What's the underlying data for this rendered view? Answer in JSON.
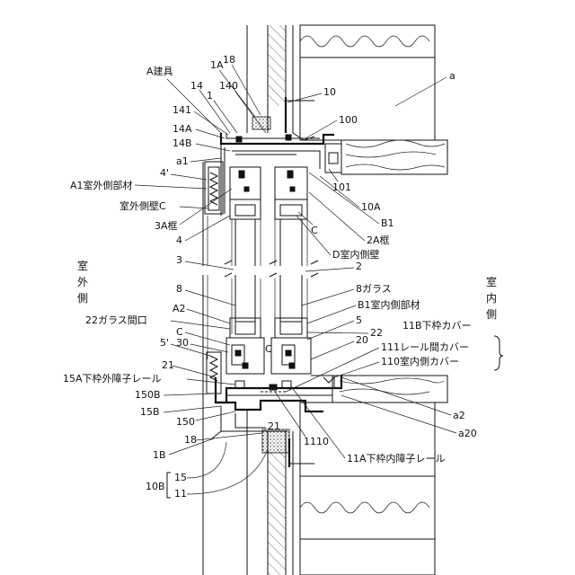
{
  "labels": {
    "a": "a",
    "a_kengu": "A建具",
    "l_1A": "1A",
    "l_18_top": "18",
    "l_14": "14",
    "l_1": "1",
    "l_140": "140",
    "l_10": "10",
    "l_141": "141",
    "l_14A": "14A",
    "l_100": "100",
    "l_14B": "14B",
    "l_a1": "a1",
    "l_4p_top": "4'",
    "l_101": "101",
    "l_A1": "A1室外側部材",
    "l_outer_wall_C": "室外側壁C",
    "l_10A": "10A",
    "l_3A": "3A框",
    "l_B1_top": "B1",
    "l_4": "4",
    "l_C_top": "C",
    "l_2A": "2A框",
    "l_D": "D室内側壁",
    "l_3": "3",
    "l_2": "2",
    "l_8_left": "8",
    "l_8glass": "8ガラス",
    "l_A2": "A2",
    "l_B1_inner": "B1室内側部材",
    "l_22open": "22ガラス間口",
    "l_5": "5",
    "l_22": "22",
    "l_11B": "11B下枠カバー",
    "l_C_mid": "C",
    "l_5p": "5'",
    "l_30": "30",
    "l_C_mid2": "C",
    "l_20": "20",
    "l_111": "111レール間カバー",
    "l_110": "110室内側カバー",
    "l_21_left": "21",
    "l_15A": "15A下枠外障子レール",
    "l_150B": "150B",
    "l_15B": "15B",
    "l_150": "150",
    "l_21_bottom": "21",
    "l_a2": "a2",
    "l_a20": "a20",
    "l_18_bot": "18",
    "l_1110": "1110",
    "l_1B": "1B",
    "l_11A": "11A下枠内障子レール",
    "l_10B": "10B",
    "l_15": "15",
    "l_11": "11",
    "outdoor": [
      "室",
      "外",
      "側"
    ],
    "indoor": [
      "室",
      "内",
      "側"
    ]
  }
}
